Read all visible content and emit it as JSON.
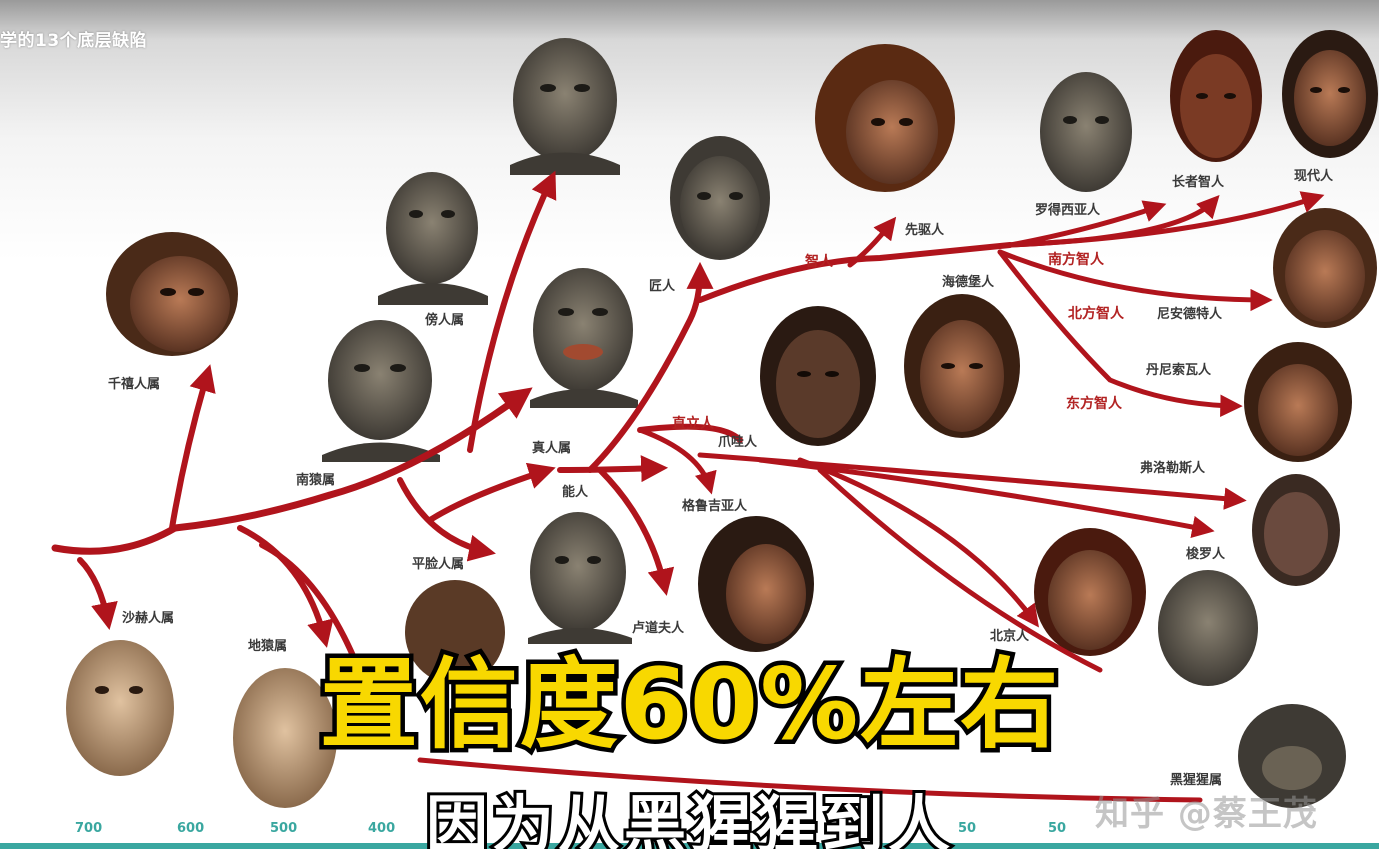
{
  "header": {
    "title": "学的13个底层缺陷"
  },
  "labels": {
    "qianxi": "千禧人属",
    "sahe": "沙赫人属",
    "diyuan": "地猿属",
    "nanyuan": "南猿属",
    "ciren": "傍人属",
    "pinglian": "平脸人属",
    "zhenren": "真人属",
    "neng": "能人",
    "jiang": "匠人",
    "zhili": "直立人",
    "zhao": "爪哇人",
    "gelu": "格鲁吉亚人",
    "ludao": "卢道夫人",
    "zhi": "智人",
    "xianqu": "先驱人",
    "haide": "海德堡人",
    "luode": "罗得西亚人",
    "zhangzhe": "长者智人",
    "xiandai": "现代人",
    "nanfang": "南方智人",
    "beifang": "北方智人",
    "niande": "尼安德特人",
    "dannisuo": "丹尼索瓦人",
    "dongfang": "东方智人",
    "fuluo": "弗洛勒斯人",
    "suoluo": "梭罗人",
    "beijing": "北京人",
    "heixingxing": "黑猩猩属"
  },
  "axis_ticks": [
    "700",
    "600",
    "500",
    "400",
    "50",
    "50"
  ],
  "caption": {
    "main": "置信度60%左右",
    "sub": "因为从黑猩猩到人"
  },
  "watermark": "知乎 @蔡王茂",
  "colors": {
    "branch": "#b0141c",
    "label": "#3a3a3a",
    "red_label": "#b22222",
    "caption": "#f8d800",
    "axis": "#3aa7a0"
  }
}
